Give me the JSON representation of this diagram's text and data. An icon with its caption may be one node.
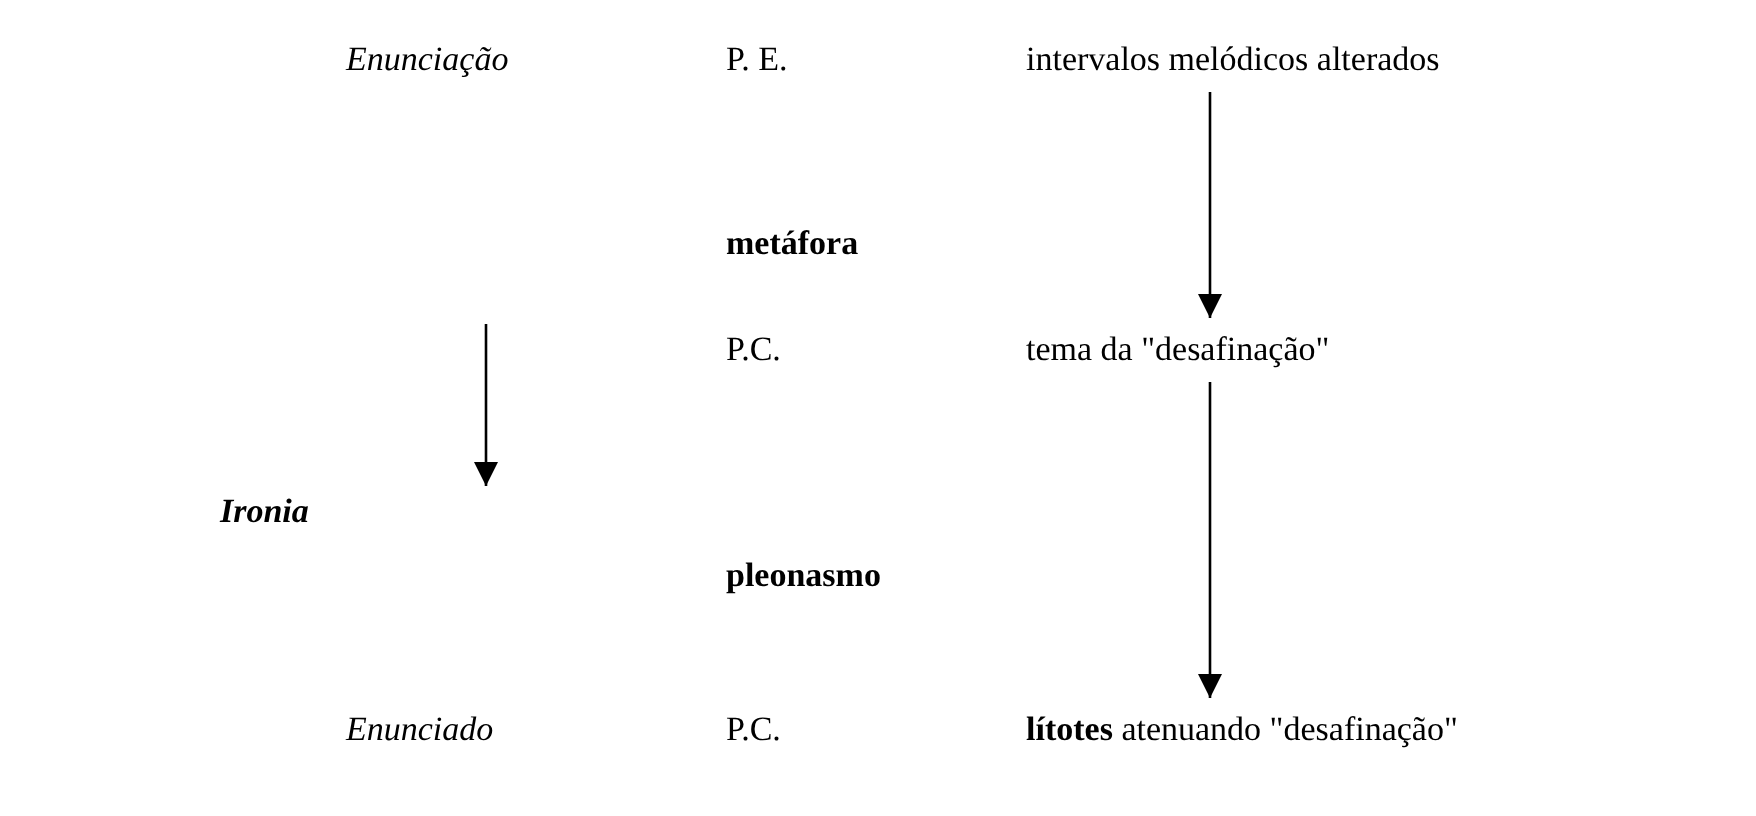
{
  "diagram": {
    "nodes": [
      {
        "text": [
          "intervalos melódicos alterados"
        ]
      },
      {
        "text": [
          "tema da \"desafinação\""
        ]
      },
      {
        "text": [
          "**lítotes** atenuando \"desafinação\""
        ]
      }
    ],
    "edges": [
      {
        "from": 0,
        "to": 1,
        "arrow": "to"
      },
      {
        "from": 1,
        "to": 2,
        "arrow": "to"
      }
    ],
    "labels": [
      "Enunciação",
      "P. E.",
      "metáfora",
      "P.C.",
      "Ironia",
      "pleonasmo",
      "Enunciado",
      "P.C."
    ]
  }
}
